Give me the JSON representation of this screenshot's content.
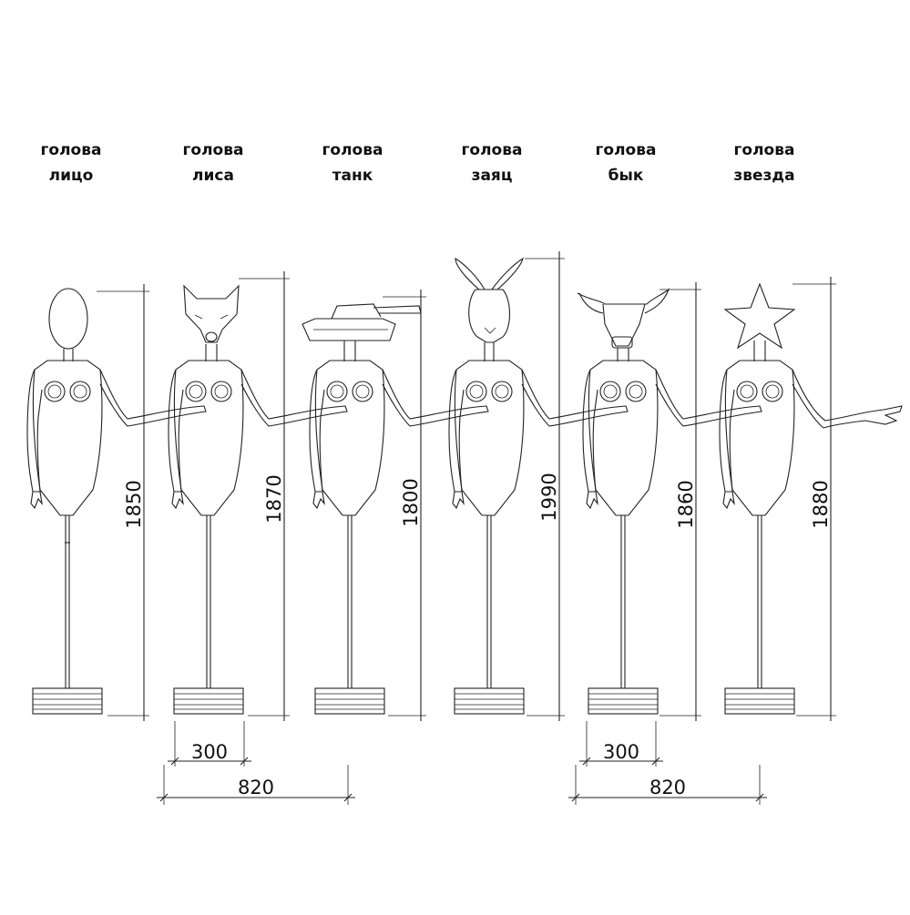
{
  "figures": [
    {
      "line1": "голова",
      "line2": "лицо",
      "height": "1850",
      "head": "face-head"
    },
    {
      "line1": "голова",
      "line2": "лиса",
      "height": "1870",
      "head": "fox-head"
    },
    {
      "line1": "голова",
      "line2": "танк",
      "height": "1800",
      "head": "tank-head"
    },
    {
      "line1": "голова",
      "line2": "заяц",
      "height": "1990",
      "head": "hare-head"
    },
    {
      "line1": "голова",
      "line2": "бык",
      "height": "1860",
      "head": "bull-head"
    },
    {
      "line1": "голова",
      "line2": "звезда",
      "height": "1880",
      "head": "star-head"
    }
  ],
  "dimensions": {
    "left_base": "300",
    "left_span": "820",
    "right_base": "300",
    "right_span": "820"
  }
}
